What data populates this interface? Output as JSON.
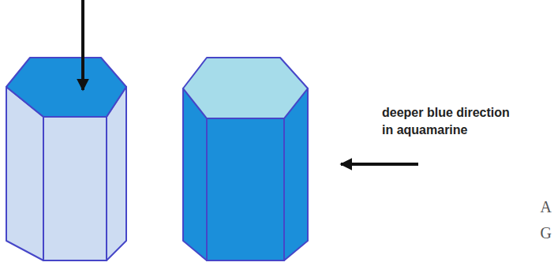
{
  "diagram": {
    "labels": [
      "deeper blue direction in aquamarine",
      "A",
      "G"
    ]
  }
}
